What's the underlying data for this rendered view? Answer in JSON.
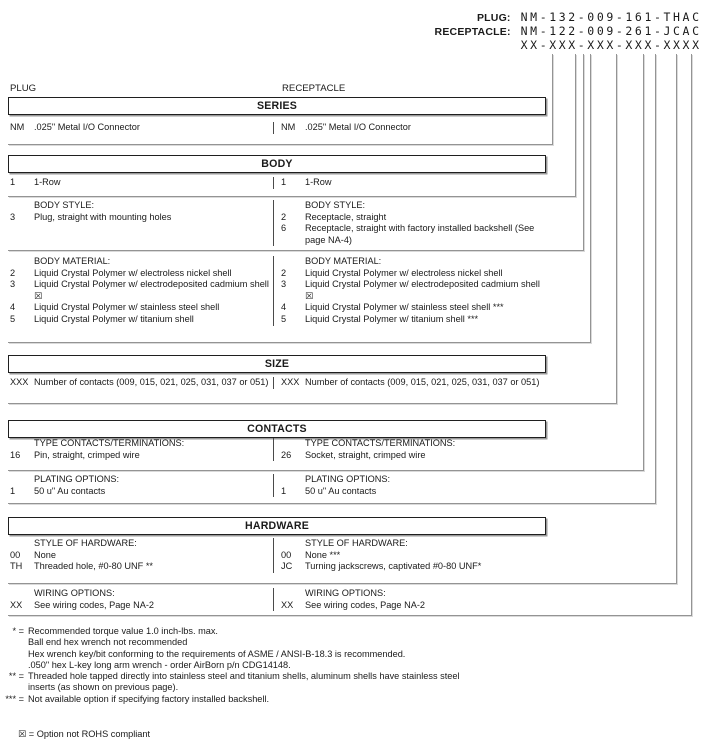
{
  "pn": {
    "plug_label": "PLUG:",
    "plug_value": "NM-132-009-161-THAC",
    "receptacle_label": "RECEPTACLE:",
    "receptacle_value": "NM-122-009-261-JCAC",
    "mask": "XX-XXX-XXX-XXX-XXXX"
  },
  "column_labels": {
    "left": "PLUG",
    "right": "RECEPTACLE"
  },
  "series": {
    "title": "SERIES",
    "left": {
      "code": "NM",
      "text": ".025\" Metal I/O Connector"
    },
    "right": {
      "code": "NM",
      "text": ".025\" Metal I/O Connector"
    }
  },
  "body": {
    "title": "BODY",
    "row_left": {
      "code": "1",
      "text": "1-Row"
    },
    "row_right": {
      "code": "1",
      "text": "1-Row"
    },
    "style": {
      "heading_left": "BODY STYLE:",
      "heading_right": "BODY STYLE:",
      "left": [
        {
          "code": "3",
          "text": "Plug, straight with mounting holes"
        }
      ],
      "right": [
        {
          "code": "2",
          "text": "Receptacle, straight"
        },
        {
          "code": "6",
          "text": "Receptacle, straight with factory installed backshell (See page NA-4)"
        }
      ]
    },
    "material": {
      "heading_left": "BODY MATERIAL:",
      "heading_right": "BODY MATERIAL:",
      "left": [
        {
          "code": "2",
          "text": "Liquid Crystal Polymer w/ electroless nickel shell"
        },
        {
          "code": "3",
          "text": "Liquid Crystal Polymer w/ electrodeposited cadmium shell  ☒"
        },
        {
          "code": "4",
          "text": "Liquid Crystal Polymer w/ stainless steel shell"
        },
        {
          "code": "5",
          "text": "Liquid Crystal Polymer w/ titanium shell"
        }
      ],
      "right": [
        {
          "code": "2",
          "text": "Liquid Crystal Polymer w/ electroless nickel shell"
        },
        {
          "code": "3",
          "text": "Liquid Crystal Polymer w/ electrodeposited cadmium shell  ☒"
        },
        {
          "code": "4",
          "text": "Liquid Crystal Polymer w/ stainless steel shell ***"
        },
        {
          "code": "5",
          "text": "Liquid Crystal Polymer w/ titanium shell ***"
        }
      ]
    }
  },
  "size": {
    "title": "SIZE",
    "left": {
      "code": "XXX",
      "text": "Number of contacts (009, 015, 021, 025, 031, 037 or 051)"
    },
    "right": {
      "code": "XXX",
      "text": "Number of contacts (009, 015, 021, 025, 031, 037 or 051)"
    }
  },
  "contacts": {
    "title": "CONTACTS",
    "type": {
      "heading_left": "TYPE CONTACTS/TERMINATIONS:",
      "heading_right": "TYPE CONTACTS/TERMINATIONS:",
      "left": [
        {
          "code": "16",
          "text": "Pin, straight, crimped wire"
        }
      ],
      "right": [
        {
          "code": "26",
          "text": "Socket, straight, crimped wire"
        }
      ]
    },
    "plating": {
      "heading_left": "PLATING OPTIONS:",
      "heading_right": "PLATING OPTIONS:",
      "left": [
        {
          "code": "1",
          "text": "50 u\" Au contacts"
        }
      ],
      "right": [
        {
          "code": "1",
          "text": "50 u\" Au contacts"
        }
      ]
    }
  },
  "hardware": {
    "title": "HARDWARE",
    "style": {
      "heading_left": "STYLE OF HARDWARE:",
      "heading_right": "STYLE OF HARDWARE:",
      "left": [
        {
          "code": "00",
          "text": "None"
        },
        {
          "code": "TH",
          "text": "Threaded hole, #0-80 UNF  **"
        }
      ],
      "right": [
        {
          "code": "00",
          "text": "None  ***"
        },
        {
          "code": "JC",
          "text": "Turning jackscrews, captivated #0-80 UNF*"
        }
      ]
    },
    "wiring": {
      "heading_left": "WIRING OPTIONS:",
      "heading_right": "WIRING OPTIONS:",
      "left": [
        {
          "code": "XX",
          "text": "See wiring codes, Page NA-2"
        }
      ],
      "right": [
        {
          "code": "XX",
          "text": "See wiring codes, Page NA-2"
        }
      ]
    }
  },
  "footnotes": [
    {
      "marker": "* =",
      "text": "Recommended torque value 1.0 inch-lbs. max."
    },
    {
      "marker": "",
      "text": "Ball end hex wrench not recommended"
    },
    {
      "marker": "",
      "text": "Hex wrench key/bit conforming to the requirements of ASME / ANSI-B-18.3 is recommended."
    },
    {
      "marker": "",
      "text": ".050\" hex L-key long arm wrench - order AirBorn p/n CDG14148."
    },
    {
      "marker": "** =",
      "text": "Threaded hole tapped directly into stainless steel and titanium shells, aluminum shells have stainless steel"
    },
    {
      "marker": "",
      "text": "inserts (as shown on previous page)."
    },
    {
      "marker": "*** =",
      "text": "Not available option if specifying factory installed backshell."
    }
  ],
  "rohs_note": "☒ = Option not ROHS compliant",
  "colors": {
    "leader_line": "#949494",
    "leader_shadow": "#dadada",
    "divider": "#4a4a4a",
    "box_border": "#1f1f1f",
    "text": "#1a1a1a"
  }
}
